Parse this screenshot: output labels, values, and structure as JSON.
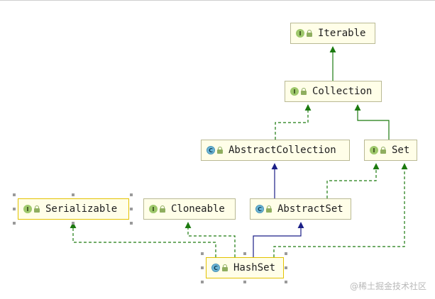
{
  "nodes": {
    "iterable": {
      "label": "Iterable",
      "kind": "I"
    },
    "collection": {
      "label": "Collection",
      "kind": "I"
    },
    "abstract_collection": {
      "label": "AbstractCollection",
      "kind": "C"
    },
    "set": {
      "label": "Set",
      "kind": "I"
    },
    "serializable": {
      "label": "Serializable",
      "kind": "I"
    },
    "cloneable": {
      "label": "Cloneable",
      "kind": "I"
    },
    "abstract_set": {
      "label": "AbstractSet",
      "kind": "C"
    },
    "hashset": {
      "label": "HashSet",
      "kind": "C"
    }
  },
  "edges": [
    {
      "from": "collection",
      "to": "iterable",
      "type": "extends"
    },
    {
      "from": "abstract_collection",
      "to": "collection",
      "type": "implements"
    },
    {
      "from": "set",
      "to": "collection",
      "type": "extends"
    },
    {
      "from": "abstract_set",
      "to": "abstract_collection",
      "type": "inherits"
    },
    {
      "from": "abstract_set",
      "to": "set",
      "type": "implements"
    },
    {
      "from": "hashset",
      "to": "abstract_set",
      "type": "inherits"
    },
    {
      "from": "hashset",
      "to": "serializable",
      "type": "implements"
    },
    {
      "from": "hashset",
      "to": "cloneable",
      "type": "implements"
    },
    {
      "from": "hashset",
      "to": "set",
      "type": "implements"
    }
  ],
  "colors": {
    "interface_edge": "#1c7a0f",
    "class_edge": "#1b1f87",
    "node_fill": "#fffee8",
    "node_border": "#b9b994",
    "selected_border": "#e3c200"
  },
  "icons": {
    "interface_badge": "interface-badge-icon",
    "class_badge": "class-badge-icon",
    "access": "lock-icon"
  },
  "watermark": "@稀土掘金技术社区"
}
